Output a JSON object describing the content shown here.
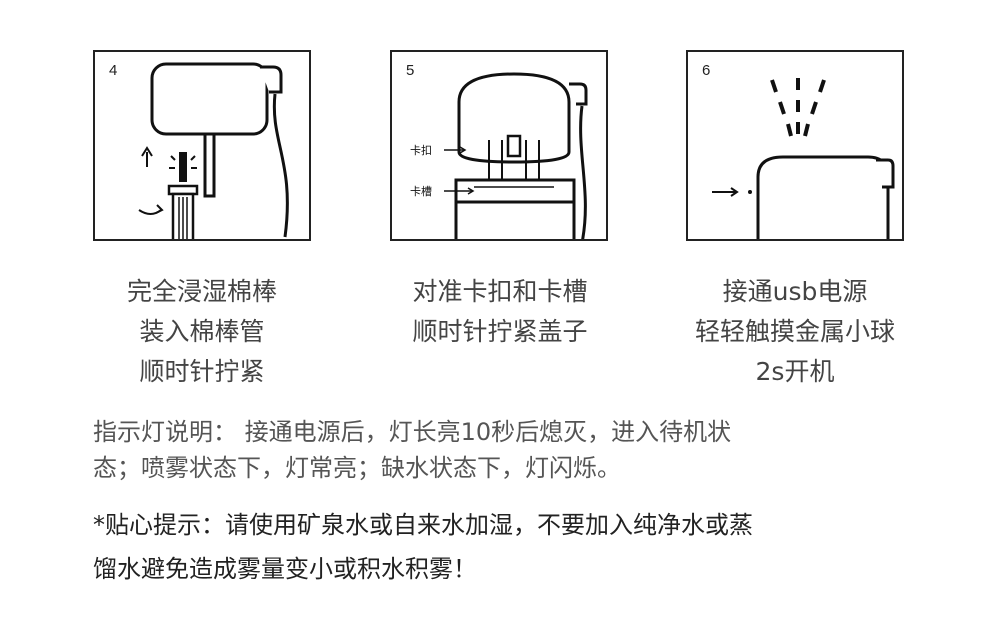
{
  "steps": [
    {
      "number": "4",
      "lines": [
        "完全浸湿棉棒",
        "装入棉棒管",
        "顺时针拧紧"
      ]
    },
    {
      "number": "5",
      "lines": [
        "对准卡扣和卡槽",
        "顺时针拧紧盖子"
      ],
      "labels": {
        "clip": "卡扣",
        "slot": "卡槽"
      }
    },
    {
      "number": "6",
      "lines": [
        "接通usb电源",
        "轻轻触摸金属小球",
        "2s开机"
      ]
    }
  ],
  "indicator": {
    "lines": [
      "指示灯说明： 接通电源后，灯长亮10秒后熄灭，进入待机状",
      "态；喷雾状态下，灯常亮；缺水状态下，灯闪烁。"
    ]
  },
  "tip": {
    "lines": [
      "*贴心提示：请使用矿泉水或自来水加湿，不要加入纯净水或蒸",
      "馏水避免造成雾量变小或积水积雾！"
    ]
  }
}
